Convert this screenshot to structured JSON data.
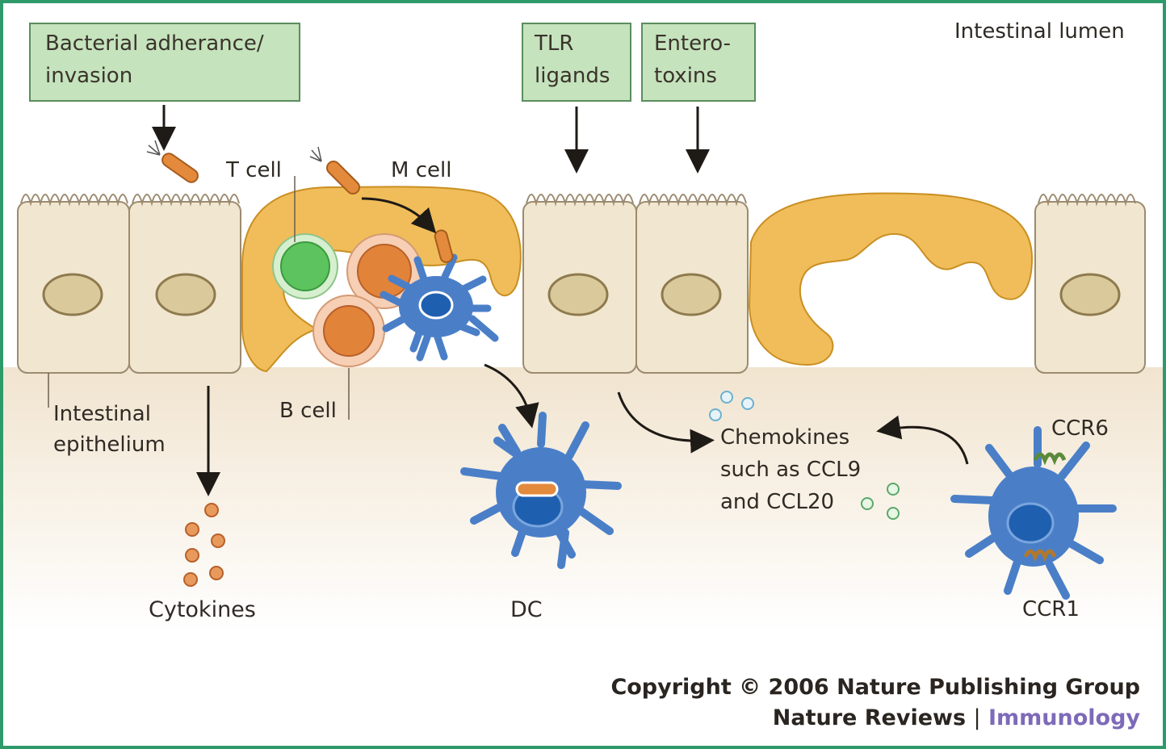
{
  "boxes": {
    "bacterial_line1": "Bacterial adherance/",
    "bacterial_line2": "invasion",
    "tlr_line1": "TLR",
    "tlr_line2": "ligands",
    "entero_line1": "Entero-",
    "entero_line2": "toxins"
  },
  "labels": {
    "lumen": "Intestinal lumen",
    "t_cell": "T cell",
    "m_cell": "M cell",
    "b_cell": "B cell",
    "epithelium_line1": "Intestinal",
    "epithelium_line2": "epithelium",
    "cytokines": "Cytokines",
    "dc": "DC",
    "chemokines_line1": "Chemokines",
    "chemokines_line2": "such as CCL9",
    "chemokines_line3": "and CCL20",
    "ccr6": "CCR6",
    "ccr1": "CCR1"
  },
  "footer": {
    "copyright": "Copyright © 2006 Nature Publishing Group",
    "journal": "Nature Reviews",
    "separator": "|",
    "section": "Immunology"
  },
  "colors": {
    "frame": "#2e9a6a",
    "box_fill": "#c5e3bd",
    "cell_fill": "#f1e6cf",
    "m_cell": "#f0bd5a",
    "t_cell": "#5cc35e",
    "b_cell": "#e2833a",
    "dc": "#4a7fc8",
    "bacterium": "#e38a3c",
    "section_accent": "#7d6ab8"
  }
}
